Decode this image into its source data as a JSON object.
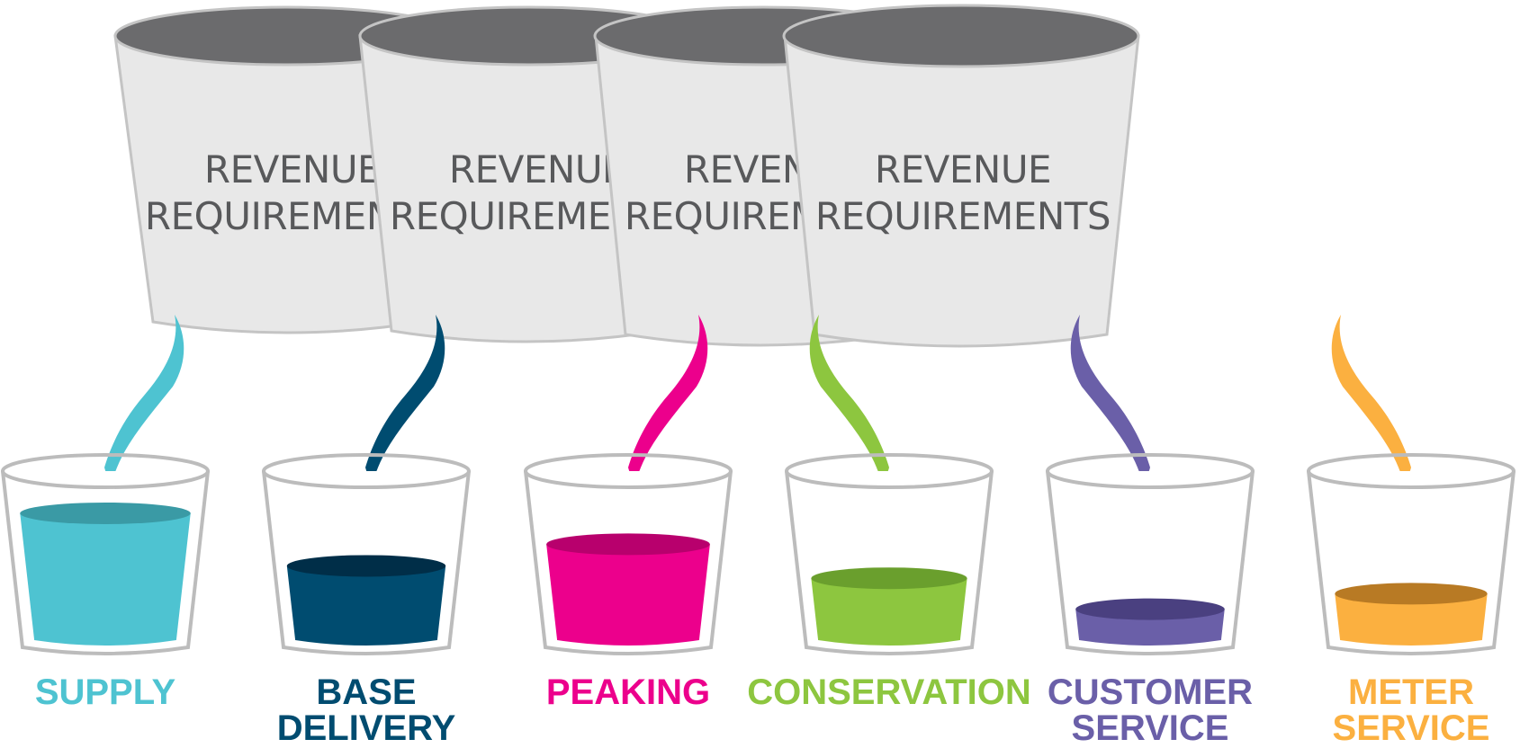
{
  "buckets": [
    {
      "line1": "REVENUE",
      "line2": "REQUIREMENTS"
    },
    {
      "line1": "REVENUE",
      "line2": "REQUIREMENTS"
    },
    {
      "line1": "REVENUE",
      "line2": "REQUIREMENTS"
    },
    {
      "line1": "REVENUE",
      "line2": "REQUIREMENTS"
    }
  ],
  "colors": {
    "bucket_body": "#e8e8e8",
    "bucket_rim": "#6b6b6d",
    "bucket_outline": "#c4c4c4",
    "cup_outline": "#bcbcbc"
  },
  "cups": [
    {
      "line1": "SUPPLY",
      "line2": "",
      "color": "#4ec3d1",
      "top_color": "#3a9aa5",
      "fill_level": 0.82
    },
    {
      "line1": "BASE",
      "line2": "DELIVERY",
      "color": "#004c70",
      "top_color": "#002e48",
      "fill_level": 0.48
    },
    {
      "line1": "PEAKING",
      "line2": "",
      "color": "#ec008c",
      "top_color": "#b8006d",
      "fill_level": 0.62
    },
    {
      "line1": "CONSERVATION",
      "line2": "",
      "color": "#8dc63f",
      "top_color": "#6a9f2d",
      "fill_level": 0.4
    },
    {
      "line1": "CUSTOMER",
      "line2": "SERVICE",
      "color": "#6a5fa8",
      "top_color": "#4a4080",
      "fill_level": 0.2
    },
    {
      "line1": "METER",
      "line2": "SERVICE",
      "color": "#fbb040",
      "top_color": "#b87a24",
      "fill_level": 0.3
    }
  ]
}
